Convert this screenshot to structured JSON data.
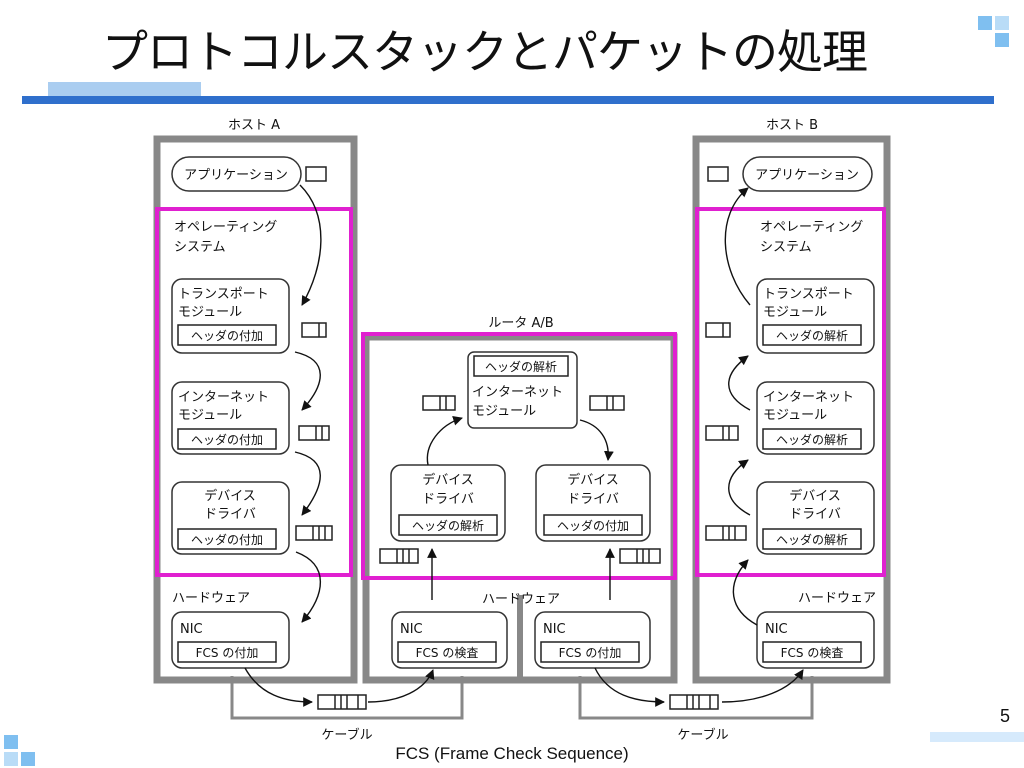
{
  "slide": {
    "title": "プロトコルスタックとパケットの処理",
    "page_number": "5",
    "footer": "FCS (Frame Check Sequence)"
  },
  "host_a": {
    "label": "ホスト A",
    "application": "アプリケーション",
    "os_line1": "オペレーティング",
    "os_line2": "システム",
    "transport_line1": "トランスポート",
    "transport_line2": "モジュール",
    "transport_action": "ヘッダの付加",
    "internet_line1": "インターネット",
    "internet_line2": "モジュール",
    "internet_action": "ヘッダの付加",
    "driver_line1": "デバイス",
    "driver_line2": "ドライバ",
    "driver_action": "ヘッダの付加",
    "hardware": "ハードウェア",
    "nic": "NIC",
    "nic_action": "FCS の付加"
  },
  "router": {
    "label": "ルータ A/B",
    "internet_action": "ヘッダの解析",
    "internet_line1": "インターネット",
    "internet_line2": "モジュール",
    "left_driver_line1": "デバイス",
    "left_driver_line2": "ドライバ",
    "left_driver_action": "ヘッダの解析",
    "right_driver_line1": "デバイス",
    "right_driver_line2": "ドライバ",
    "right_driver_action": "ヘッダの付加",
    "hardware": "ハードウェア",
    "left_nic": "NIC",
    "left_nic_action": "FCS の検査",
    "right_nic": "NIC",
    "right_nic_action": "FCS の付加"
  },
  "host_b": {
    "label": "ホスト B",
    "application": "アプリケーション",
    "os_line1": "オペレーティング",
    "os_line2": "システム",
    "transport_line1": "トランスポート",
    "transport_line2": "モジュール",
    "transport_action": "ヘッダの解析",
    "internet_line1": "インターネット",
    "internet_line2": "モジュール",
    "internet_action": "ヘッダの解析",
    "driver_line1": "デバイス",
    "driver_line2": "ドライバ",
    "driver_action": "ヘッダの解析",
    "hardware": "ハードウェア",
    "nic": "NIC",
    "nic_action": "FCS の検査"
  },
  "cables": {
    "left": "ケーブル",
    "right": "ケーブル"
  },
  "colors": {
    "os_highlight": "#e020d0",
    "host_frame": "#888888",
    "accent_bar": "#2f6fcc",
    "accent_light": "#aacdf0"
  }
}
